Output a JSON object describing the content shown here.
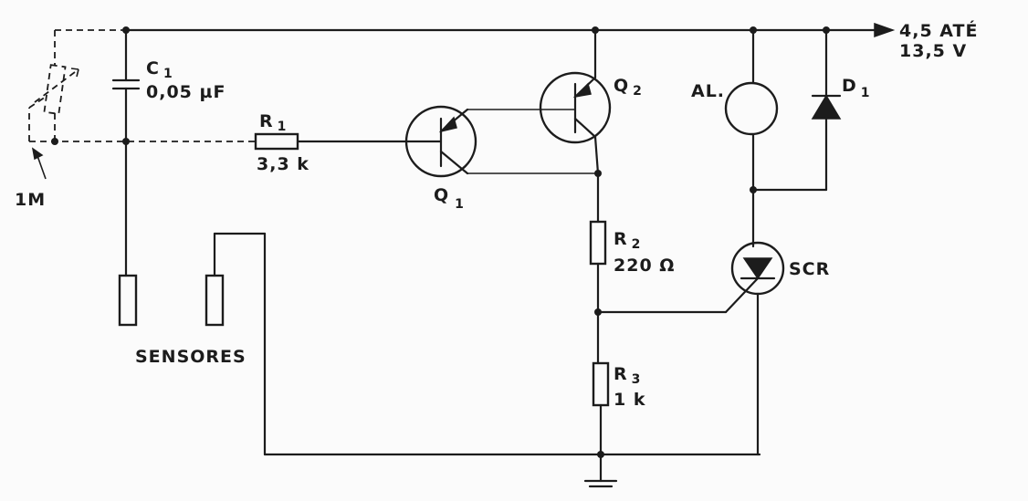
{
  "diagram": {
    "supply": {
      "line1": "4,5 ATÉ",
      "line2": "13,5 V"
    },
    "c1": {
      "name": "C",
      "sub": "1",
      "value": "0,05 µF"
    },
    "trimmer": {
      "value": "1M"
    },
    "r1": {
      "name": "R",
      "sub": "1",
      "value": "3,3 k"
    },
    "q1": {
      "name": "Q",
      "sub": "1"
    },
    "q2": {
      "name": "Q",
      "sub": "2"
    },
    "r2": {
      "name": "R",
      "sub": "2",
      "value": "220 Ω"
    },
    "r3": {
      "name": "R",
      "sub": "3",
      "value": "1 k"
    },
    "alarm": {
      "name": "AL."
    },
    "d1": {
      "name": "D",
      "sub": "1"
    },
    "scr": {
      "name": "SCR"
    },
    "sensors": {
      "label": "SENSORES"
    }
  }
}
